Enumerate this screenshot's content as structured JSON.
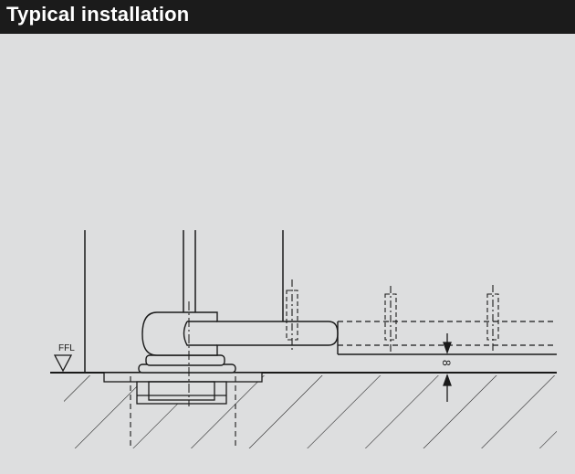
{
  "header": {
    "title": "Typical installation"
  },
  "diagram": {
    "ffl_label": "FFL",
    "dimension_label": "8"
  }
}
